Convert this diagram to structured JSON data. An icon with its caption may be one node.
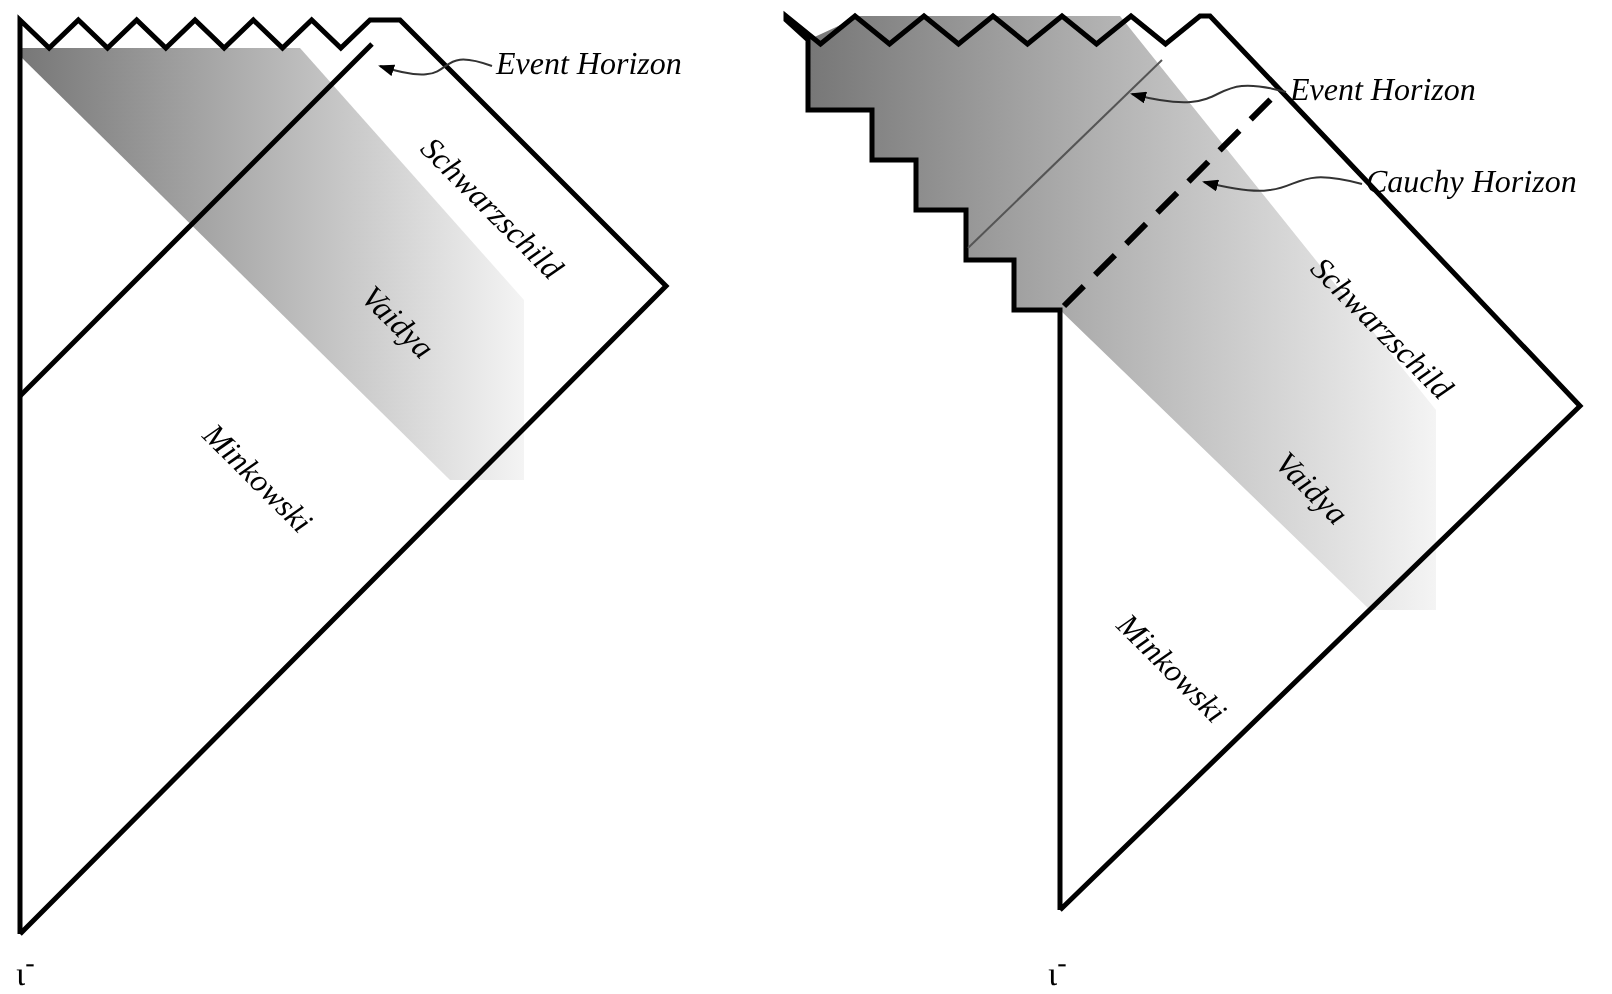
{
  "diagram": {
    "nodes": [
      {
        "text": [
          "Event Horizon"
        ]
      },
      {
        "text": [
          "Event Horizon"
        ]
      },
      {
        "text": [
          "Cauchy Horizon"
        ]
      }
    ],
    "edges": [
      {
        "from": 0,
        "to": null,
        "arrow": "to"
      },
      {
        "from": 1,
        "to": null,
        "arrow": "to"
      },
      {
        "from": 2,
        "to": null,
        "arrow": "to"
      }
    ],
    "labels": [
      "Schwarzschild",
      "Vaidya",
      "Minkowski",
      "ι$^{-}$",
      "Schwarzschild",
      "Vaidya",
      "Minkowski",
      "ι$^{-}$"
    ]
  }
}
